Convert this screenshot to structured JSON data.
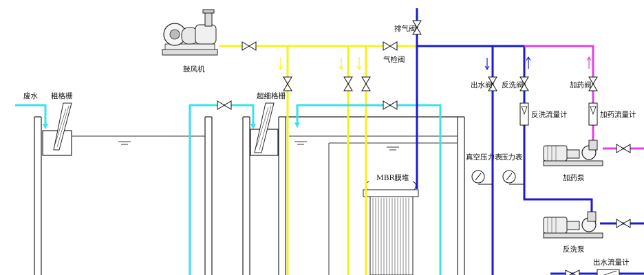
{
  "labels": {
    "wastewater": "废水",
    "coarse_screen": "粗格栅",
    "blower": "鼓风机",
    "ultrafine_screen": "超细格栅",
    "exhaust_valve": "排气阀",
    "gas_check_valve": "气检阀",
    "mbr_module": "MBR膜堆",
    "outlet_valve": "出水阀",
    "backwash_valve": "反洗阀",
    "dosing_valve": "加药阀",
    "backwash_flowmeter": "反洗流量计",
    "dosing_flowmeter": "加药流量计",
    "vacuum_gauge": "真空压力表",
    "pressure_gauge": "压力表",
    "dosing_pump": "加药泵",
    "backwash_pump": "反洗泵",
    "outlet_flowmeter": "出水流量计"
  },
  "colors": {
    "air_pipe": "#f6f31a",
    "water_pipe": "#37e3ee",
    "outlet_pipe": "#1a1ad0",
    "chemical_pipe": "#e040e0"
  }
}
